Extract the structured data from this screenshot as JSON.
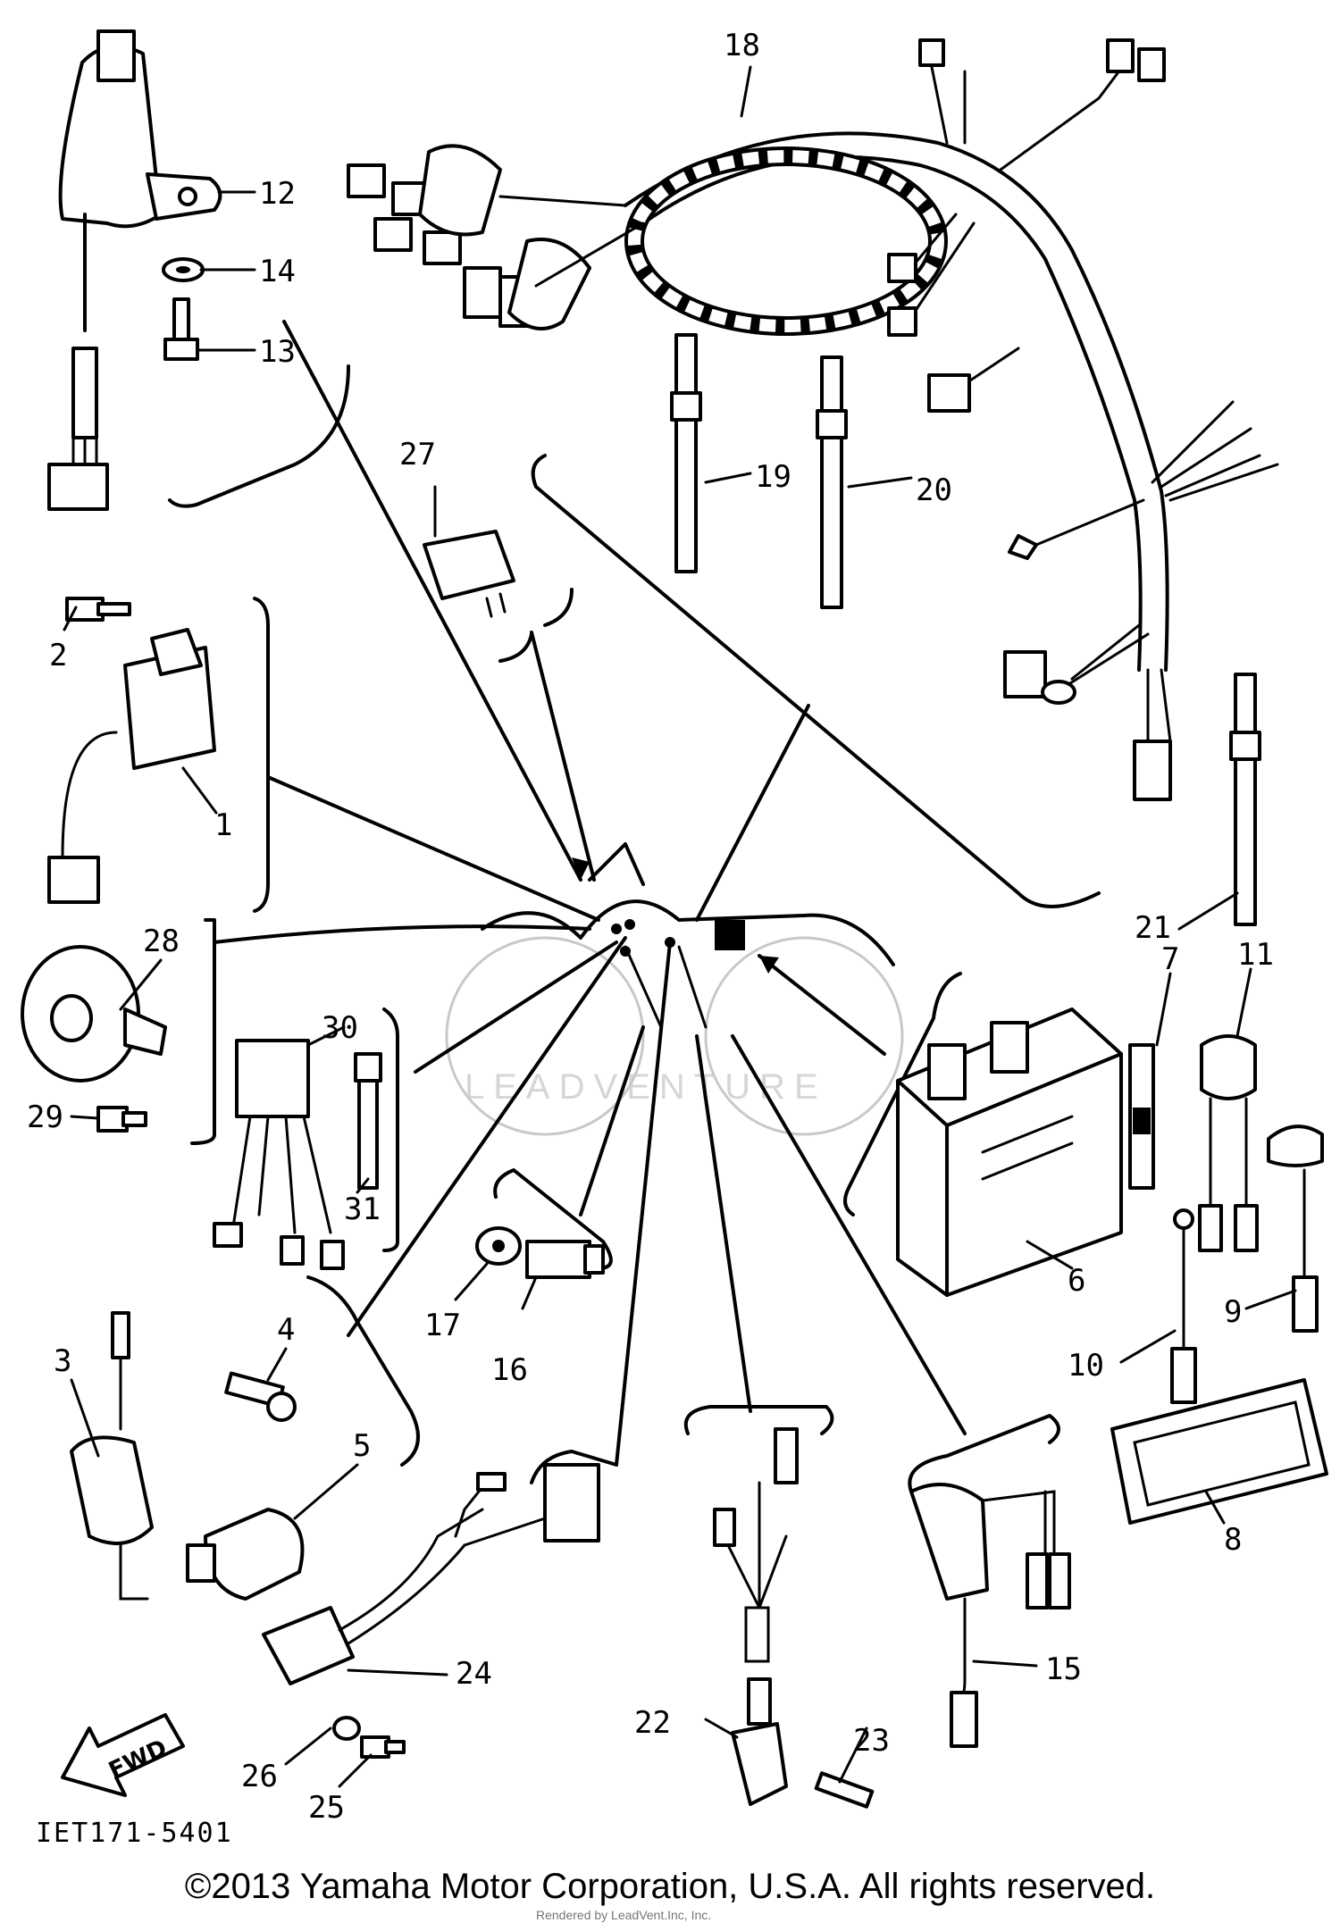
{
  "diagram": {
    "code": "IET171-5401",
    "fwd": "FWD",
    "watermark": "LEADVENTURE",
    "copyright": "©2013 Yamaha Motor Corporation, U.S.A. All rights reserved.",
    "credit": "Rendered by LeadVent.Inc, Inc."
  },
  "labels": {
    "p1": "1",
    "p2": "2",
    "p3": "3",
    "p4": "4",
    "p5": "5",
    "p6": "6",
    "p7": "7",
    "p8": "8",
    "p9": "9",
    "p10": "10",
    "p11": "11",
    "p12": "12",
    "p13": "13",
    "p14": "14",
    "p15": "15",
    "p16": "16",
    "p17": "17",
    "p18": "18",
    "p19": "19",
    "p20": "20",
    "p21": "21",
    "p22": "22",
    "p23": "23",
    "p24": "24",
    "p25": "25",
    "p26": "26",
    "p27": "27",
    "p28": "28",
    "p29": "29",
    "p30": "30",
    "p31": "31"
  }
}
